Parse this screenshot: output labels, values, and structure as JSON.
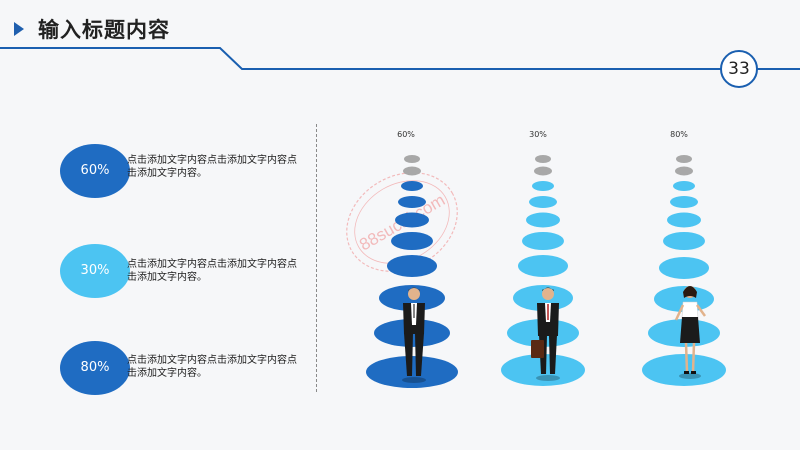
{
  "header": {
    "title": "输入标题内容",
    "page_number": "33"
  },
  "items": [
    {
      "percent": "60%",
      "text": "点击添加文字内容点击添加文字内容点击添加文字内容。",
      "color": "#1f6cc2"
    },
    {
      "percent": "30%",
      "text": "点击添加文字内容点击添加文字内容点击添加文字内容。",
      "color": "#4cc4f2"
    },
    {
      "percent": "80%",
      "text": "点击添加文字内容点击添加文字内容点击添加文字内容。",
      "color": "#1f6cc2"
    }
  ],
  "columns": [
    {
      "label": "60%",
      "person": "man-with-hands-in-pockets"
    },
    {
      "label": "30%",
      "person": "man-with-briefcase"
    },
    {
      "label": "80%",
      "person": "woman-in-business-attire"
    }
  ],
  "watermark": "88sucai.com",
  "colors": {
    "dark_blue": "#1f6cc2",
    "light_blue": "#4cc4f2",
    "grey": "#a8a8a8",
    "accent_line": "#1a5fb0"
  }
}
